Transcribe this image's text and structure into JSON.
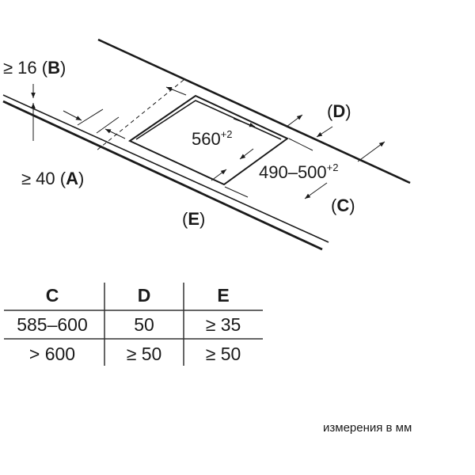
{
  "diagram": {
    "label_B_prefix": "≥ 16 (",
    "label_B_letter": "B",
    "label_B_suffix": ")",
    "label_A_prefix": "≥ 40 (",
    "label_A_letter": "A",
    "label_A_suffix": ")",
    "cutout_width": "560",
    "cutout_width_tol": "+2",
    "cutout_depth": "490–500",
    "cutout_depth_tol": "+2",
    "label_D": "D",
    "label_C": "C",
    "label_E": "E",
    "paren_open": "(",
    "paren_close": ")"
  },
  "table": {
    "headers": [
      "C",
      "D",
      "E"
    ],
    "rows": [
      [
        "585–600",
        "50",
        "≥ 35"
      ],
      [
        "> 600",
        "≥ 50",
        "≥ 50"
      ]
    ]
  },
  "footer": "измерения в мм"
}
